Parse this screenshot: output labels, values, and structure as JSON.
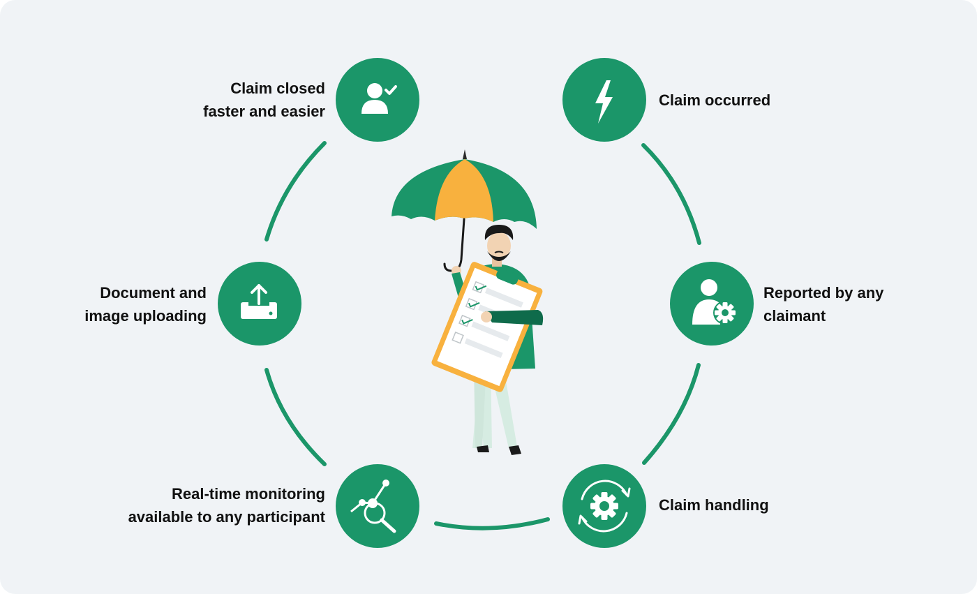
{
  "steps": [
    {
      "id": "claim-closed",
      "lines": [
        "Claim closed",
        "faster and easier"
      ],
      "icon": "user-check-icon"
    },
    {
      "id": "claim-occurred",
      "lines": [
        "Claim occurred"
      ],
      "icon": "lightning-icon"
    },
    {
      "id": "reported",
      "lines": [
        "Reported by any",
        "claimant"
      ],
      "icon": "user-gear-icon"
    },
    {
      "id": "claim-handling",
      "lines": [
        "Claim handling"
      ],
      "icon": "gear-cycle-icon"
    },
    {
      "id": "monitoring",
      "lines": [
        "Real-time monitoring",
        "available to any participant"
      ],
      "icon": "monitoring-chart-icon"
    },
    {
      "id": "uploading",
      "lines": [
        "Document and",
        "image uploading"
      ],
      "icon": "upload-tray-icon"
    }
  ],
  "colors": {
    "accent": "#1b9669",
    "accent_dark": "#0f6b4b",
    "umbrella_yellow": "#f8b13e",
    "background": "#f0f3f6",
    "text": "#111111"
  },
  "illustration": "person-with-umbrella-and-clipboard"
}
